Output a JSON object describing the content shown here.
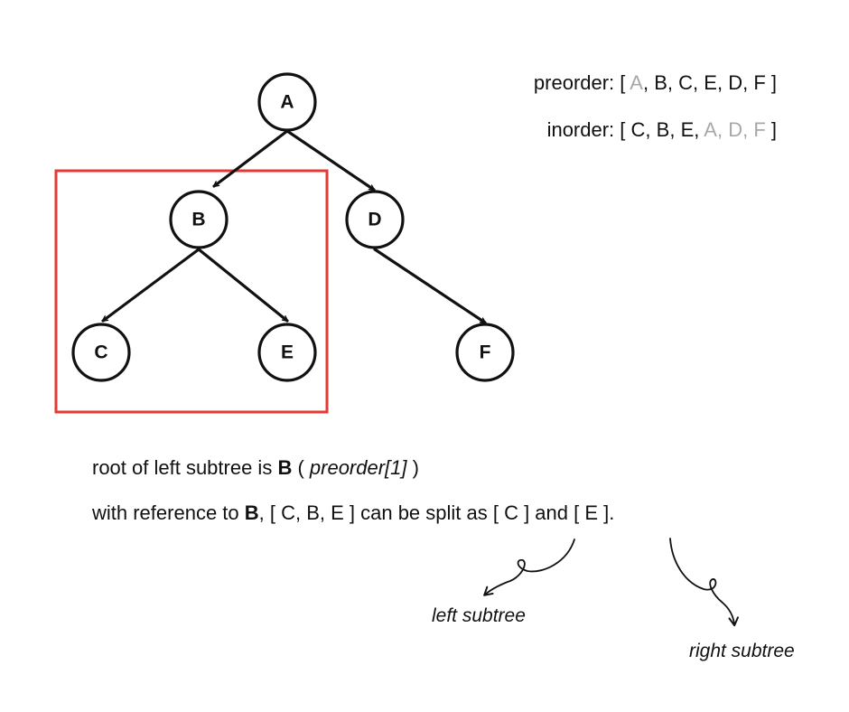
{
  "tree": {
    "nodes": [
      {
        "id": "A",
        "label": "A"
      },
      {
        "id": "B",
        "label": "B"
      },
      {
        "id": "D",
        "label": "D"
      },
      {
        "id": "C",
        "label": "C"
      },
      {
        "id": "E",
        "label": "E"
      },
      {
        "id": "F",
        "label": "F"
      }
    ],
    "edges": [
      {
        "from": "A",
        "to": "B"
      },
      {
        "from": "A",
        "to": "D"
      },
      {
        "from": "B",
        "to": "C"
      },
      {
        "from": "B",
        "to": "E"
      },
      {
        "from": "D",
        "to": "F"
      }
    ],
    "highlight_color": "#e53935"
  },
  "preorder": {
    "prefix": "preorder: [ ",
    "items": [
      {
        "label": "A",
        "muted": true
      },
      {
        "label": "B",
        "muted": false
      },
      {
        "label": "C",
        "muted": false
      },
      {
        "label": "E",
        "muted": false
      },
      {
        "label": "D",
        "muted": false
      },
      {
        "label": "F",
        "muted": false
      }
    ],
    "suffix": " ]"
  },
  "inorder": {
    "prefix": "inorder: [ ",
    "items": [
      {
        "label": "C",
        "muted": false
      },
      {
        "label": "B",
        "muted": false
      },
      {
        "label": "E",
        "muted": false
      },
      {
        "label": "A",
        "muted": true
      },
      {
        "label": "D",
        "muted": true
      },
      {
        "label": "F",
        "muted": true
      }
    ],
    "suffix": " ]"
  },
  "caption1": {
    "text_before": "root of left subtree is ",
    "bold": "B",
    "text_mid": " ( ",
    "italic": "preorder[1]",
    "text_after": " )"
  },
  "caption2": {
    "text_before": "with reference to ",
    "bold": "B",
    "text_after": ", [ C, B, E ] can be split as [ C ] and [ E ]."
  },
  "annotations": {
    "left": "left subtree",
    "right": "right subtree"
  },
  "colors": {
    "muted": "#a8a8a8",
    "ink": "#111111"
  }
}
